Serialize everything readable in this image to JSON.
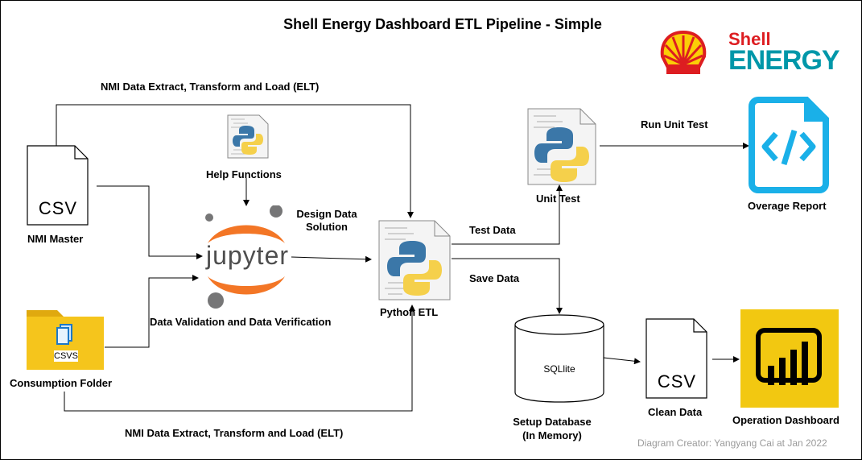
{
  "title": "Shell Energy Dashboard ETL Pipeline - Simple",
  "brand": {
    "logo_text_top": "Shell",
    "logo_text_bottom": "ENERGY",
    "shell_red": "#dd1d21",
    "shell_yellow": "#fbce07",
    "energy_teal": "#0097a9"
  },
  "edges": {
    "elt_top": "NMI Data Extract, Transform and Load (ELT)",
    "elt_bottom": "NMI Data Extract, Transform and Load (ELT)",
    "design": "Design Data\nSolution",
    "validation": "Data Validation and Data Verification",
    "test_data": "Test Data",
    "save_data": "Save Data",
    "run_unit_test": "Run Unit Test"
  },
  "nodes": {
    "nmi_master": {
      "label": "NMI Master",
      "icon_text": "CSV"
    },
    "consumption": {
      "label": "Consumption Folder",
      "icon_text": "CSVS"
    },
    "help": {
      "label": "Help Functions"
    },
    "jupyter": {
      "label": "jupyter"
    },
    "python_etl": {
      "label": "Python ETL"
    },
    "unit_test": {
      "label": "Unit Test"
    },
    "overage": {
      "label": "Overage Report"
    },
    "database": {
      "label": "Setup Database\n(In Memory)",
      "inner": "SQLlite"
    },
    "clean": {
      "label": "Clean Data",
      "icon_text": "CSV"
    },
    "operation": {
      "label": "Operation Dashboard"
    }
  },
  "credit": "Diagram Creator: Yangyang Cai at  Jan 2022",
  "colors": {
    "powerbi_yellow": "#f2c811",
    "report_blue": "#1ab0e8",
    "folder_yellow": "#f5c51c",
    "python_blue": "#3b77a8",
    "python_yellow": "#f5d04b",
    "jupyter_orange": "#f37626",
    "jupyter_gray": "#767677"
  }
}
